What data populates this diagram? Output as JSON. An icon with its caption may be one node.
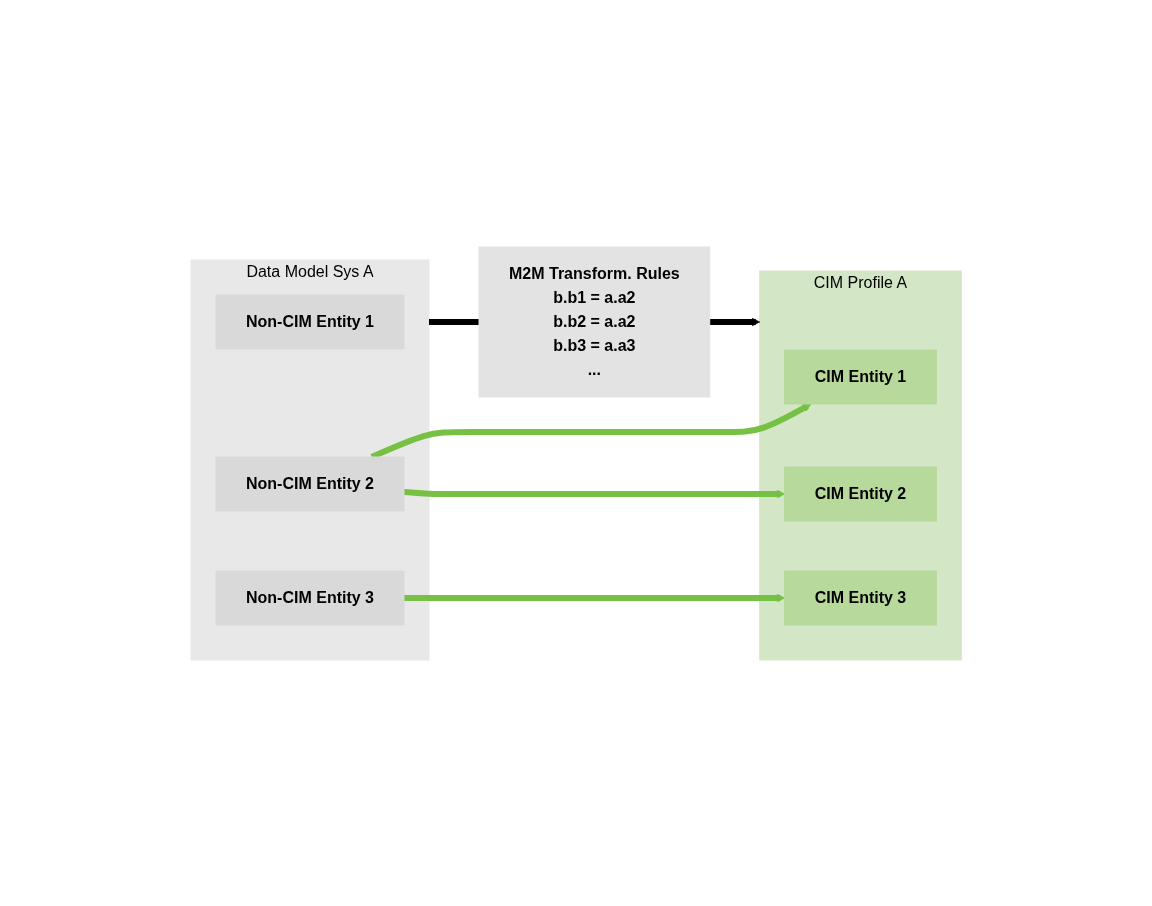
{
  "diagram": {
    "nodes": [
      {
        "text": [
          "M2M Transform. Rules",
          "b.b1 = a.a2",
          "b.b2 = a.a2",
          "b.b3 = a.a3",
          "..."
        ]
      },
      {
        "text": [
          "Data Model Sys A"
        ]
      },
      {
        "text": [
          "Non-CIM Entity 1"
        ],
        "in": 1
      },
      {
        "text": [
          "Non-CIM Entity 2"
        ],
        "in": 1
      },
      {
        "text": [
          "Non-CIM Entity 3"
        ],
        "in": 1
      },
      {
        "text": [
          "CIM Profile A"
        ]
      },
      {
        "text": [
          "CIM Entity 1"
        ],
        "in": 5
      },
      {
        "text": [
          "CIM Entity 2"
        ],
        "in": 5
      },
      {
        "text": [
          "CIM Entity 3"
        ],
        "in": 5
      }
    ],
    "edges": [
      {
        "from": 1,
        "to": 0,
        "arrow": "none",
        "color": "#000000"
      },
      {
        "from": 0,
        "to": 5,
        "arrow": "to",
        "color": "#000000"
      },
      {
        "from": 3,
        "to": 6,
        "arrow": "to"
      },
      {
        "from": 3,
        "to": 7,
        "arrow": "to"
      },
      {
        "from": 4,
        "to": 8,
        "arrow": "to"
      }
    ]
  }
}
